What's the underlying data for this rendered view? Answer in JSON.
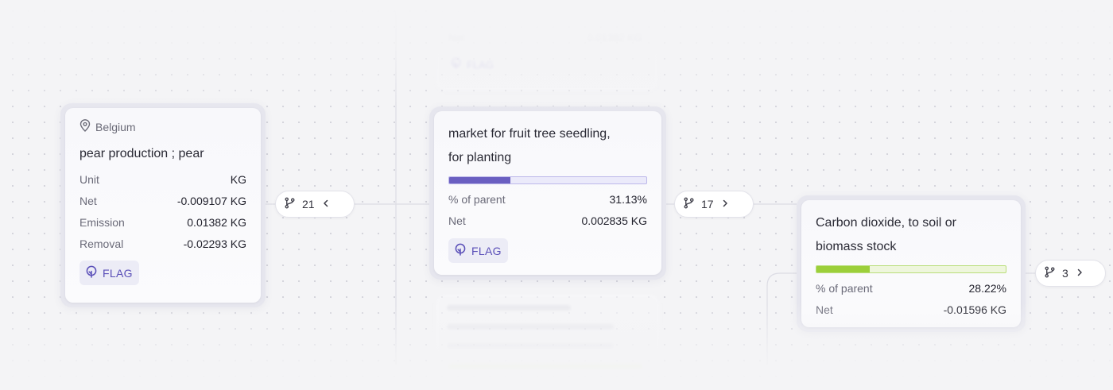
{
  "colors": {
    "accent_purple": "#6a5fc1",
    "bar_purple_track": "#e9e8f8",
    "accent_green": "#9ccf3a",
    "bar_green_track": "#eef6dc",
    "flag_text": "#5a4fb8"
  },
  "ghost_top": {
    "label": "Net",
    "value": "0.01382 KG",
    "flag": "FLAG"
  },
  "root_node": {
    "location": "Belgium",
    "location_icon": "map-pin-icon",
    "title": "pear production ; pear",
    "rows": [
      {
        "key": "Unit",
        "value": "KG"
      },
      {
        "key": "Net",
        "value": "-0.009107 KG"
      },
      {
        "key": "Emission",
        "value": "0.01382 KG"
      },
      {
        "key": "Removal",
        "value": "-0.02293 KG"
      }
    ],
    "flag": "FLAG",
    "flag_icon": "sprout-icon"
  },
  "root_branch": {
    "count": "21",
    "icon": "git-branch-icon",
    "chevron": "chevron-left-icon"
  },
  "seedling_node": {
    "title_line1": "market for fruit tree seedling,",
    "title_line2": "for planting",
    "percent_of_parent": 0.3113,
    "rows": [
      {
        "key": "% of parent",
        "value": "31.13%"
      },
      {
        "key": "Net",
        "value": "0.002835 KG"
      }
    ],
    "flag": "FLAG"
  },
  "seedling_branch": {
    "count": "17",
    "icon": "git-branch-icon",
    "chevron": "chevron-right-icon"
  },
  "co2_node": {
    "title_line1": "Carbon dioxide, to soil or",
    "title_line2": "biomass stock",
    "percent_of_parent": 0.2822,
    "rows": [
      {
        "key": "% of parent",
        "value": "28.22%"
      },
      {
        "key": "Net",
        "value": "-0.01596 KG"
      }
    ]
  },
  "co2_branch": {
    "count": "3",
    "icon": "git-branch-icon",
    "chevron": "chevron-right-icon"
  }
}
